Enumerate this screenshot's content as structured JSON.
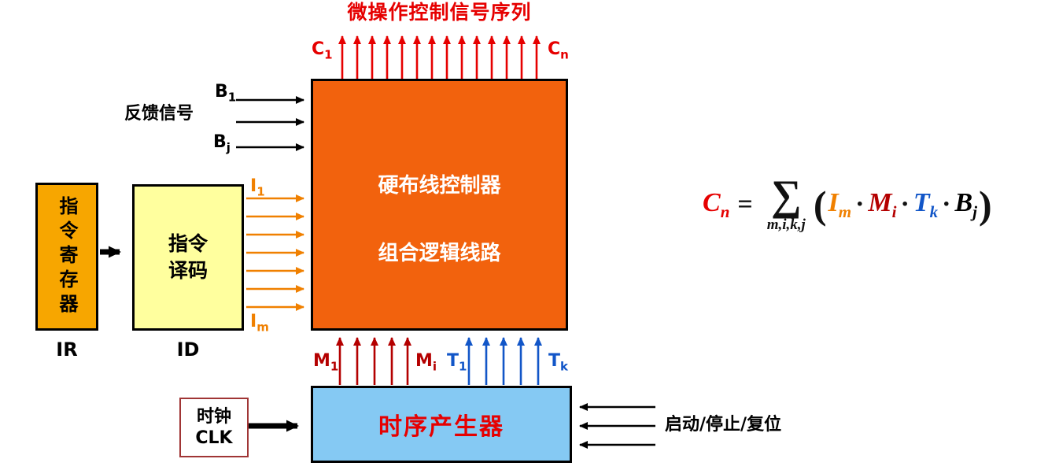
{
  "title": "微操作控制信号序列",
  "colors": {
    "signal_red": "#E60000",
    "signal_orange": "#F08000",
    "signal_dark_red": "#B40000",
    "signal_blue": "#1256C8",
    "controller_box_fill": "#F2620D",
    "ir_box_fill": "#F7A600",
    "id_box_fill": "#FFFF9E",
    "timing_box_fill": "#85C9F3",
    "clk_box_border": "#A03535"
  },
  "controller_box": {
    "line1": "硬布线控制器",
    "line2": "组合逻辑线路"
  },
  "ir_box": {
    "text": "指令寄存器",
    "label": "IR"
  },
  "id_box": {
    "line1": "指令",
    "line2": "译码",
    "label": "ID"
  },
  "timing_box": {
    "text": "时序产生器"
  },
  "clk_box": {
    "line1": "时钟",
    "line2": "CLK"
  },
  "feedback_label": "反馈信号",
  "control_label": "启动/停止/复位",
  "signals": {
    "c1": {
      "base": "C",
      "sub": "1"
    },
    "cn": {
      "base": "C",
      "sub": "n"
    },
    "b1": {
      "base": "B",
      "sub": "1"
    },
    "bj": {
      "base": "B",
      "sub": "j"
    },
    "i1": {
      "base": "I",
      "sub": "1"
    },
    "im": {
      "base": "I",
      "sub": "m"
    },
    "m1": {
      "base": "M",
      "sub": "1"
    },
    "mi": {
      "base": "M",
      "sub": "i"
    },
    "t1": {
      "base": "T",
      "sub": "1"
    },
    "tk": {
      "base": "T",
      "sub": "k"
    }
  },
  "formula": {
    "lhs": {
      "base": "C",
      "sub": "n"
    },
    "equals": "=",
    "sum_symbol": "∑",
    "sum_subscript": "m,i,k,j",
    "open_paren": "(",
    "close_paren": ")",
    "dot": "·",
    "terms": [
      {
        "base": "I",
        "sub": "m"
      },
      {
        "base": "M",
        "sub": "i"
      },
      {
        "base": "T",
        "sub": "k"
      },
      {
        "base": "B",
        "sub": "j"
      }
    ]
  }
}
